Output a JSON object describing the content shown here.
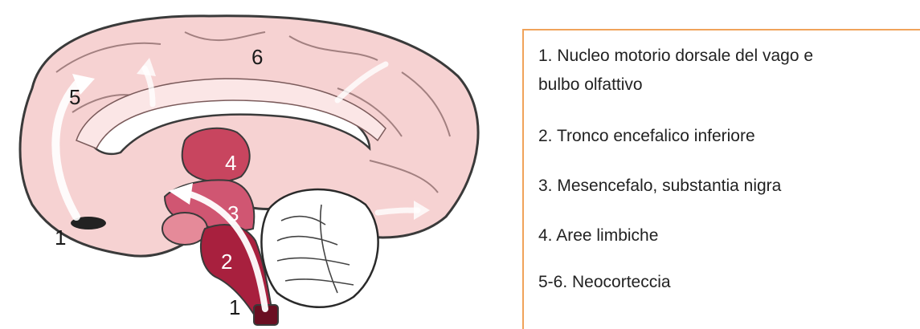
{
  "figure": {
    "stage_labels": {
      "left_1": "1",
      "bottom_1": "1",
      "label_2": "2",
      "label_3": "3",
      "label_4": "4",
      "label_5": "5",
      "label_6": "6"
    }
  },
  "legend": {
    "items": [
      "1. Nucleo motorio dorsale del vago e",
      "bulbo olfattivo",
      "2. Tronco encefalico inferiore",
      "3. Mesencefalo, substantia nigra",
      "4. Aree limbiche",
      "5-6. Neocorteccia"
    ]
  },
  "colors": {
    "cortex_fill": "#f6d2d2",
    "cortex_light": "#fbe6e6",
    "midbrain": "#c8455f",
    "brainstem_dark": "#a8203e",
    "legend_border": "#f0a35a"
  }
}
